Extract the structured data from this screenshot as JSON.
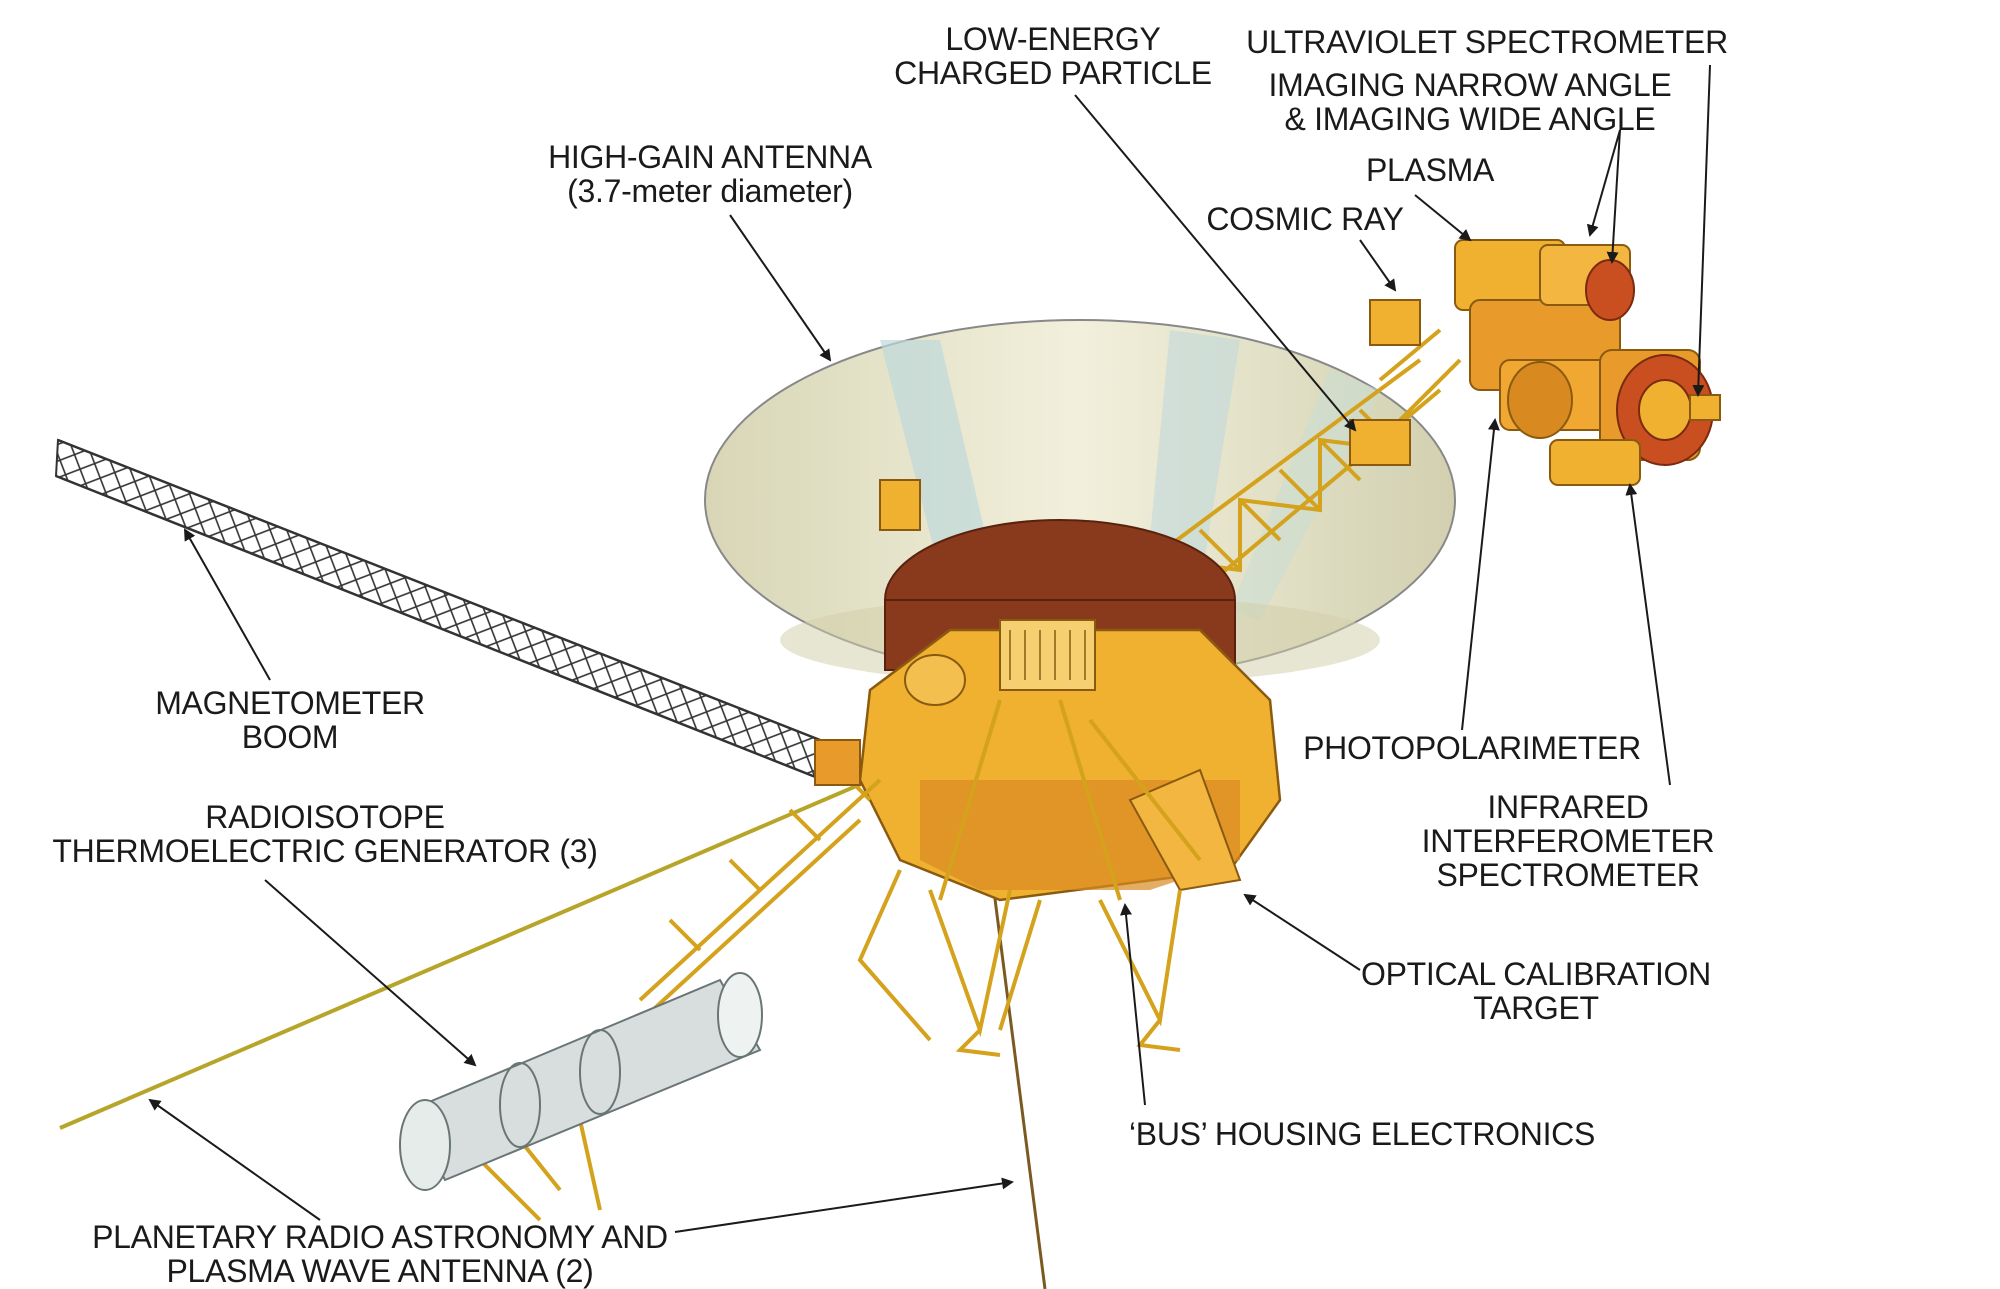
{
  "labels": {
    "low_energy": [
      "LOW-ENERGY",
      "CHARGED PARTICLE"
    ],
    "ultraviolet": [
      "ULTRAVIOLET SPECTROMETER"
    ],
    "imaging": [
      "IMAGING NARROW ANGLE",
      "& IMAGING WIDE ANGLE"
    ],
    "plasma": [
      "PLASMA"
    ],
    "cosmic_ray": [
      "COSMIC RAY"
    ],
    "high_gain": [
      "HIGH-GAIN ANTENNA",
      "(3.7-meter diameter)"
    ],
    "magnetometer": [
      "MAGNETOMETER",
      "BOOM"
    ],
    "rtg": [
      "RADIOISOTOPE",
      "THERMOELECTRIC GENERATOR (3)"
    ],
    "photopolarimeter": [
      "PHOTOPOLARIMETER"
    ],
    "infrared": [
      "INFRARED",
      "INTERFEROMETER",
      "SPECTROMETER"
    ],
    "optical_cal": [
      "OPTICAL CALIBRATION",
      "TARGET"
    ],
    "bus": [
      "‘BUS’ HOUSING ELECTRONICS"
    ],
    "radio_astro": [
      "PLANETARY RADIO ASTRONOMY AND",
      "PLASMA WAVE ANTENNA (2)"
    ]
  },
  "colors": {
    "gold": "#f0b030",
    "gold_dark": "#c98410",
    "orange": "#e89a2a",
    "brown": "#8a3a1c",
    "dish": "#e9e6cc",
    "dish_blue": "#bfd9dc",
    "ink": "#1a1a1a"
  }
}
